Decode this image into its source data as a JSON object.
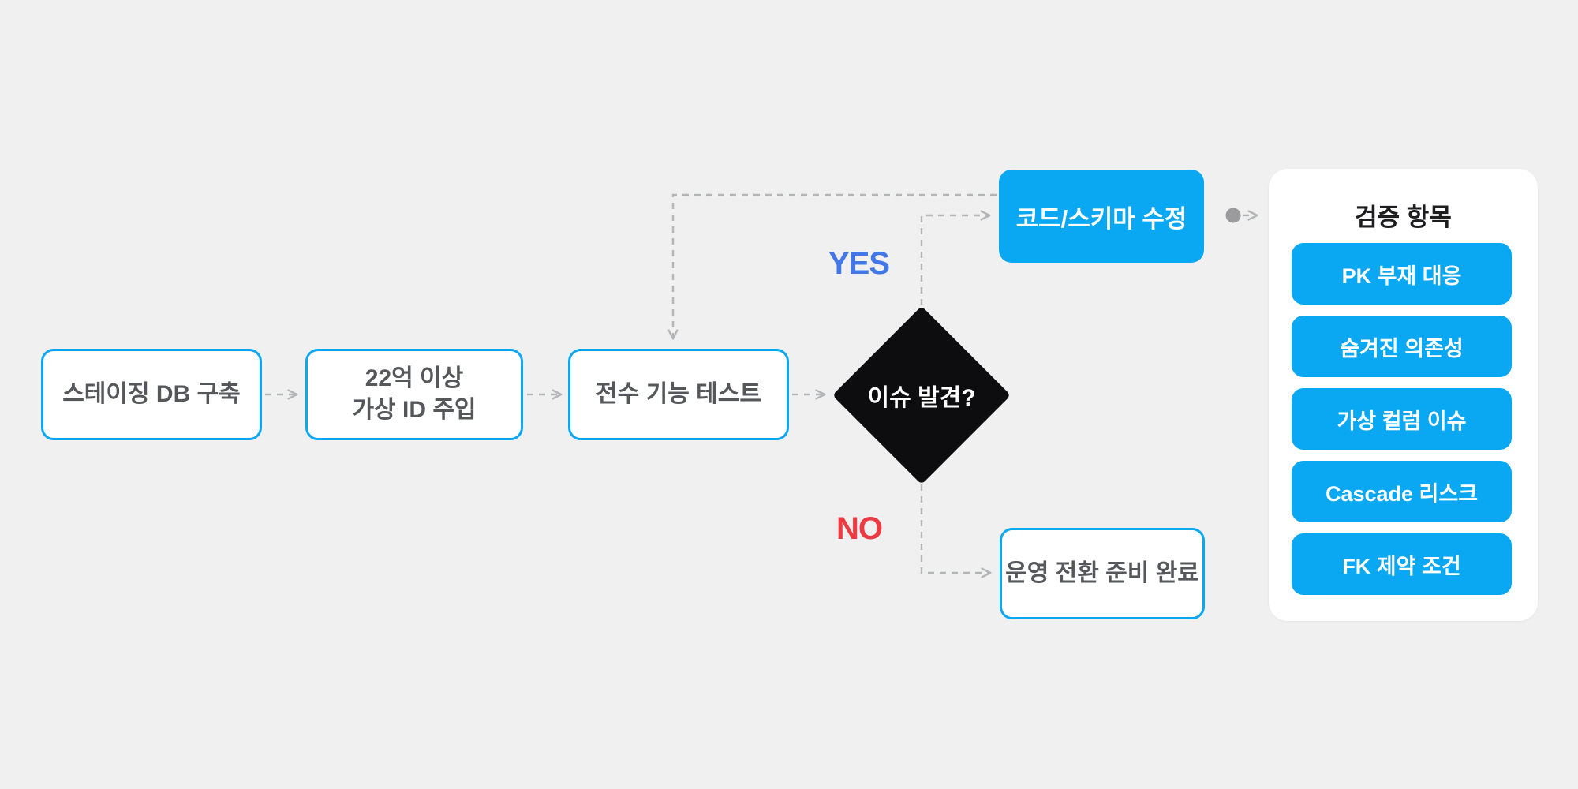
{
  "diagram": {
    "nodes": {
      "staging": {
        "label": "스테이징 DB 구축"
      },
      "inject": {
        "line1": "22억 이상",
        "line2": "가상 ID 주입"
      },
      "test": {
        "label": "전수 기능 테스트"
      },
      "decision": {
        "label": "이슈 발견?"
      },
      "fix": {
        "label": "코드/스키마 수정"
      },
      "ready": {
        "label": "운영 전환 준비 완료"
      }
    },
    "branch_labels": {
      "yes": "YES",
      "no": "NO"
    },
    "panel": {
      "title": "검증 항목",
      "items": [
        "PK 부재 대응",
        "숨겨진 의존성",
        "가상 컬럼 이슈",
        "Cascade 리스크",
        "FK 제약 조건"
      ]
    },
    "colors": {
      "background": "#f0f0f0",
      "accent_blue": "#0aa8f2",
      "node_text_gray": "#56575b",
      "decision_black": "#0d0d0f",
      "yes_blue": "#4377e7",
      "no_red": "#ee3a42",
      "connector_gray": "#b4b5b7",
      "connector_dot_gray": "#9b9b9d",
      "panel_title_dark": "#1d1d1f",
      "panel_white": "#ffffff"
    }
  }
}
